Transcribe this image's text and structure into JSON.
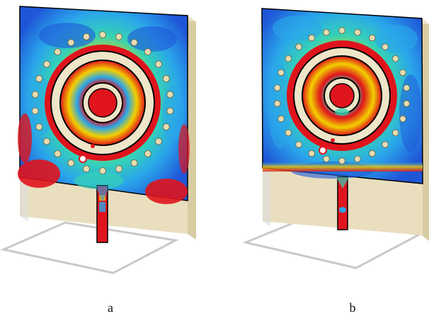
{
  "panels": [
    {
      "id": "a",
      "caption": "a"
    },
    {
      "id": "b",
      "caption": "b"
    }
  ],
  "colors": {
    "background": "#ffffff",
    "substrate": "#e9dfbf",
    "substrate_side": "#d8cca3",
    "field_low": "#1f56d8",
    "field_mid": "#2aa6ea",
    "field_mid2": "#35d2b6",
    "field_high": "#f2d000",
    "field_max": "#e0141c",
    "ring_fill": "#efe5c8",
    "via_fill": "#e7dcb3",
    "outline": "#000000",
    "ground_outline": "#c9c9c9"
  }
}
